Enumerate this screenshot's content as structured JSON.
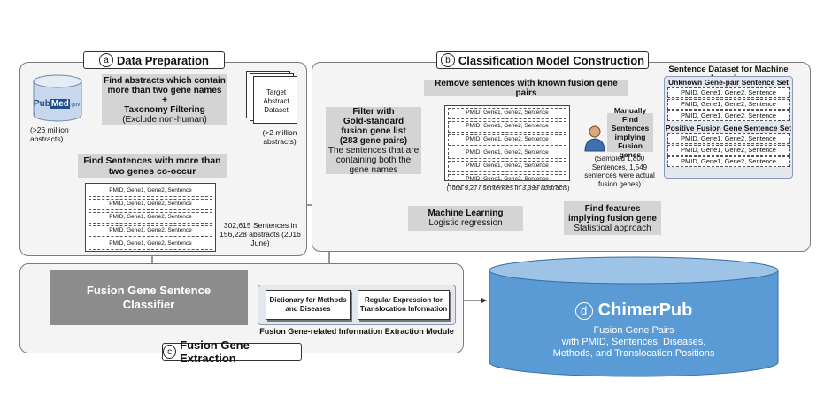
{
  "panel_a": {
    "letter": "a",
    "title": "Data Preparation",
    "pubmed_logo": {
      "left": "Pub",
      "mid": "Med",
      "right": ".gov"
    },
    "pubmed_count": "(>26 million abstracts)",
    "find_abstracts": {
      "line1": "Find abstracts which contain",
      "line2": "more than two gene names",
      "plus": "+",
      "line3": "Taxonomy Filtering",
      "line4": "(Exclude non-human)"
    },
    "target_dataset": "Target Abstract Dataset",
    "target_count": "(>2 million abstracts)",
    "find_sentences": "Find Sentences with more than two genes co-occur",
    "sentence_rows": [
      "PMID, Gene1, Gene2, Sentence",
      "PMID, Gene1, Gene2, Sentence",
      "PMID, Gene1, Gene2, Sentence",
      "PMID, Gene1, Gene2, Sentence",
      "PMID, Gene1, Gene2, Sentence"
    ],
    "sentence_count": "302,615 Sentences in 156,228 abstracts (2016 June)"
  },
  "panel_b": {
    "letter": "b",
    "title": "Classification Model Construction",
    "filter": {
      "line1": "Filter with",
      "line2": "Gold-standard",
      "line3": "fusion gene list",
      "line4": "(283 gene pairs)",
      "line5": "The sentences that are containing both the gene names"
    },
    "remove_known": "Remove sentences with known fusion gene pairs",
    "mid_rows": [
      "PMID, Gene1, Gene2, Sentence",
      "PMID, Gene1, Gene2, Sentence",
      "PMID, Gene1, Gene2, Sentence",
      "PMID, Gene1, Gene2, Sentence",
      "PMID, Gene1, Gene2, Sentence",
      "PMID, Gene1, Gene2, Sentence"
    ],
    "mid_total": "(Total 9,277 sentences in 3,399 abstracts)",
    "manual": "Manually Find Sentences implying Fusion genes",
    "sampled": "(Sampled 1,800 Sentences, 1,549 sentences were actual fusion genes)",
    "dataset_title": "Sentence Dataset for Machine Learning",
    "unknown_title": "Unknown Gene-pair Sentence Set",
    "unknown_rows": [
      "PMID, Gene1, Gene2, Sentence",
      "PMID, Gene1, Gene2, Sentence",
      "PMID, Gene1, Gene2, Sentence"
    ],
    "positive_title": "Positive Fusion Gene Sentence Set",
    "positive_rows": [
      "PMID, Gene1, Gene2, Sentence",
      "PMID, Gene1, Gene2, Sentence",
      "PMID, Gene1, Gene2, Sentence"
    ],
    "find_features": {
      "line1": "Find features",
      "line2": "implying fusion gene",
      "line3": "Statistical approach"
    },
    "machine_learning": {
      "line1": "Machine Learning",
      "line2": "Logistic regression"
    }
  },
  "panel_c": {
    "letter": "c",
    "title": "Fusion Gene Extraction",
    "classifier": "Fusion Gene Sentence Classifier",
    "dictionary": "Dictionary for Methods and Diseases",
    "regex": "Regular Expression for Translocation Information",
    "module_title": "Fusion Gene-related Information Extraction Module"
  },
  "panel_d": {
    "letter": "d",
    "title": "ChimerPub",
    "line1": "Fusion Gene Pairs",
    "line2": "with PMID, Sentences, Diseases,",
    "line3": "Methods, and Translocation Positions"
  },
  "colors": {
    "panel": "#f4f4f4",
    "gray_box": "#d4d4d4",
    "cylinder": "#5b9bd5",
    "cylinder_top": "#9dc3e6"
  }
}
